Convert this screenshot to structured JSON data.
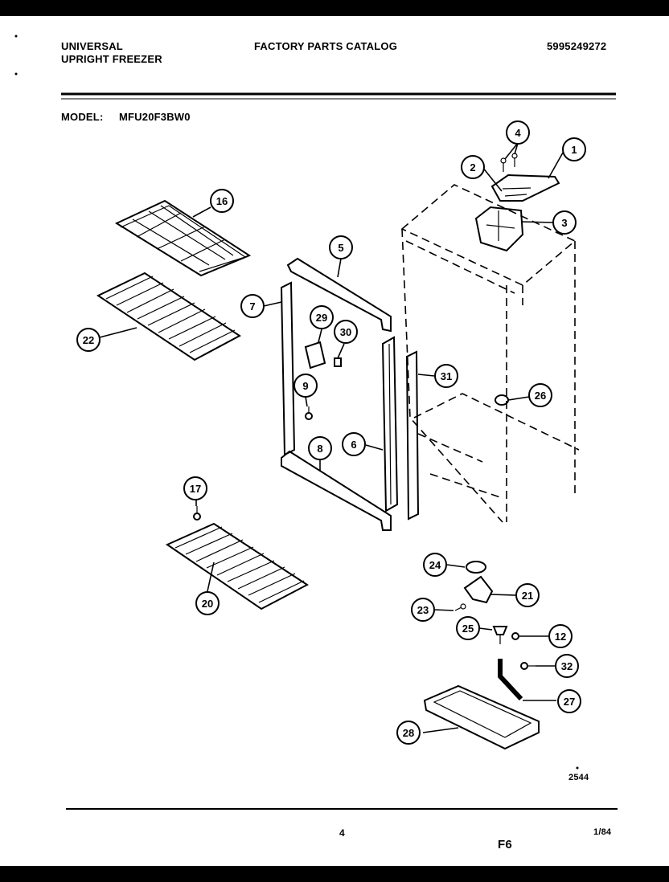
{
  "header": {
    "brand_line1": "UNIVERSAL",
    "brand_line2": "UPRIGHT FREEZER",
    "catalog_title": "FACTORY PARTS CATALOG",
    "catalog_number": "5995249272"
  },
  "model": {
    "label": "MODEL:",
    "value": "MFU20F3BW0"
  },
  "callouts": [
    "1",
    "2",
    "3",
    "4",
    "5",
    "6",
    "7",
    "8",
    "9",
    "12",
    "16",
    "17",
    "20",
    "21",
    "22",
    "23",
    "24",
    "25",
    "26",
    "27",
    "28",
    "29",
    "30",
    "31",
    "32"
  ],
  "footer": {
    "ref_code": "2544",
    "page_number": "4",
    "date": "1/84",
    "section": "F6"
  }
}
